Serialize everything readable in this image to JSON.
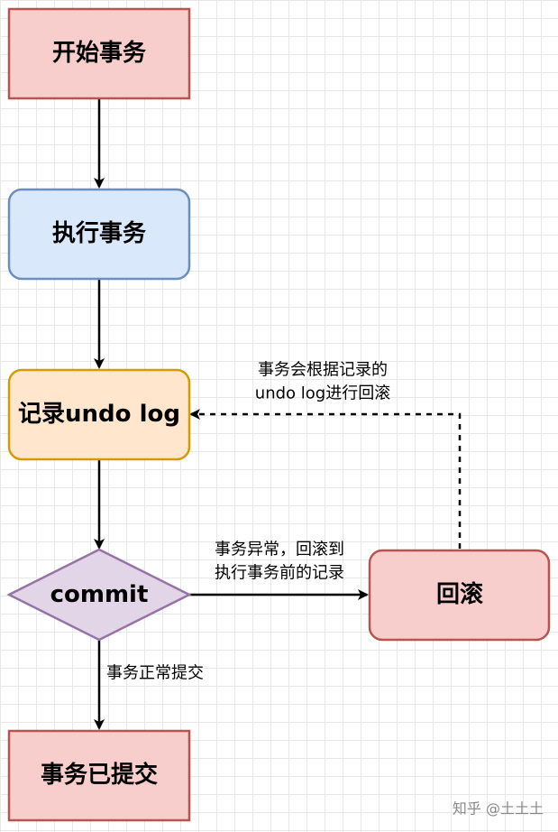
{
  "nodes": {
    "start": {
      "label": "开始事务",
      "fill": "#f8cecc",
      "stroke": "#b85450"
    },
    "execute": {
      "label": "执行事务",
      "fill": "#dae8fc",
      "stroke": "#6c8ebf"
    },
    "undo_log": {
      "label": "记录undo log",
      "fill": "#ffe6cc",
      "stroke": "#d79b00"
    },
    "commit": {
      "label": "commit",
      "fill": "#e1d5e7",
      "stroke": "#9673a6"
    },
    "rollback": {
      "label": "回滚",
      "fill": "#f8cecc",
      "stroke": "#b85450"
    },
    "committed": {
      "label": "事务已提交",
      "fill": "#f8cecc",
      "stroke": "#b85450"
    }
  },
  "edges": {
    "rollback_to_undo": {
      "label_line1": "事务会根据记录的",
      "label_line2": "undo log进行回滚"
    },
    "commit_to_rollback": {
      "label_line1": "事务异常，回滚到",
      "label_line2": "执行事务前的记录"
    },
    "commit_to_committed": {
      "label": "事务正常提交"
    }
  },
  "watermark": "知乎 @土土土"
}
